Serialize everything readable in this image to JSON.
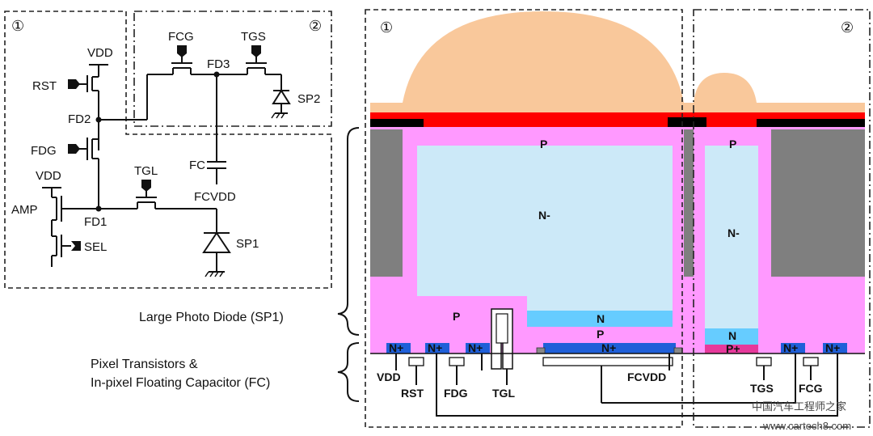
{
  "circuit": {
    "region1_marker": "①",
    "region2_marker": "②",
    "labels": {
      "vdd_top": "VDD",
      "rst": "RST",
      "fd2": "FD2",
      "fdg": "FDG",
      "vdd_amp": "VDD",
      "amp": "AMP",
      "fd1": "FD1",
      "sel": "SEL",
      "tgl": "TGL",
      "sp1": "SP1",
      "fc": "FC",
      "fcvdd": "FCVDD",
      "fcg": "FCG",
      "fd3": "FD3",
      "tgs": "TGS",
      "sp2": "SP2"
    }
  },
  "cross_section": {
    "region1_marker": "①",
    "region2_marker": "②",
    "doping": {
      "p_top_large": "P",
      "n_minus_large": "N-",
      "p_top_small": "P",
      "n_minus_small": "N-",
      "p_left": "P",
      "n_large": "N",
      "p_under_n": "P",
      "n_plus_large": "N+",
      "n_small": "N",
      "p_plus_small": "P+",
      "n_plus_1": "N+",
      "n_plus_2": "N+",
      "n_plus_3": "N+",
      "n_plus_4": "N+",
      "n_plus_5": "N+"
    },
    "terminals": {
      "vdd": "VDD",
      "rst": "RST",
      "fdg": "FDG",
      "tgl": "TGL",
      "fcvdd": "FCVDD",
      "tgs": "TGS",
      "fcg": "FCG"
    }
  },
  "captions": {
    "large_pd": "Large Photo Diode (SP1)",
    "pixel_tr_line1": "Pixel Transistors &",
    "pixel_tr_line2": "In-pixel Floating Capacitor (FC)"
  },
  "watermark": {
    "cn": "中国汽车工程师之家",
    "url": "www.cartech8.com"
  },
  "colors": {
    "lens": "#F9C89B",
    "red_filter": "#FF0000",
    "p_well": "#FF99FF",
    "n_minus": "#CCE9F8",
    "n_layer": "#66CCFF",
    "n_plus": "#1F5FD8",
    "p_plus": "#E6399B",
    "isolation": "#7F7F7F"
  }
}
